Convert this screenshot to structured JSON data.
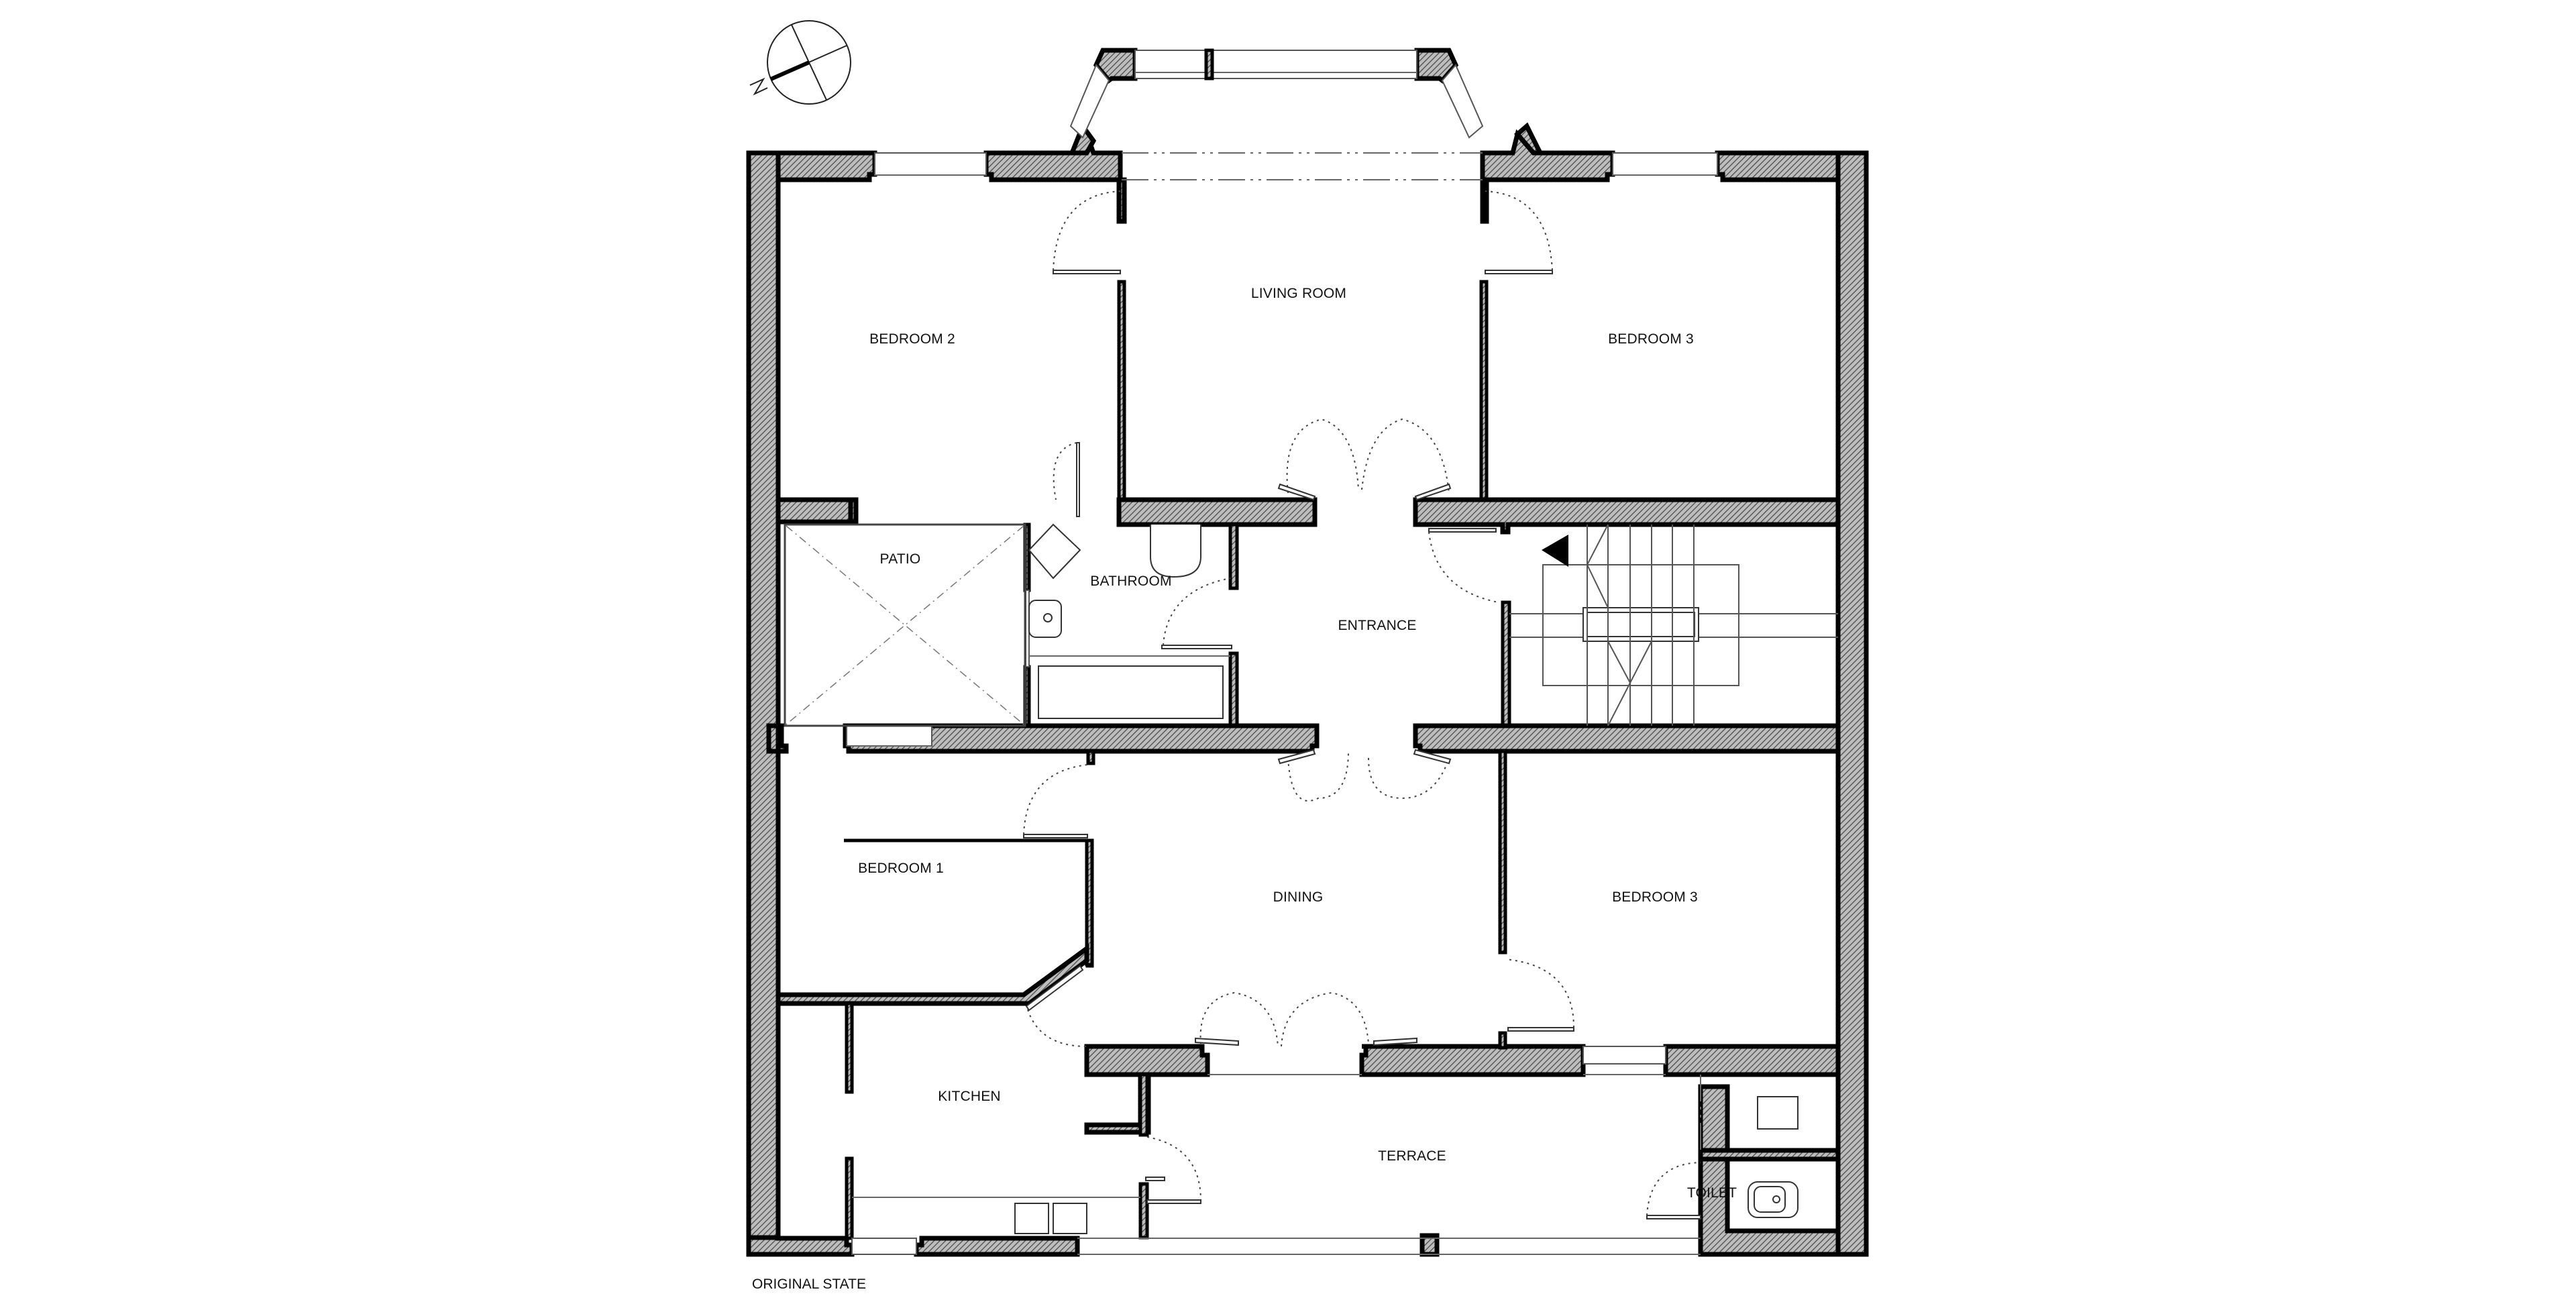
{
  "drawing": {
    "caption": "ORIGINAL STATE",
    "compass": {
      "label": "N",
      "icon": "north-arrow-icon"
    },
    "entry_marker": {
      "icon": "entry-triangle-icon"
    }
  },
  "rooms": {
    "living_room": "LIVING ROOM",
    "bedroom_2": "BEDROOM 2",
    "bedroom_3_top": "BEDROOM 3",
    "patio": "PATIO",
    "bathroom": "BATHROOM",
    "entrance": "ENTRANCE",
    "bedroom_1": "BEDROOM 1",
    "dining": "DINING",
    "bedroom_3_bottom": "BEDROOM 3",
    "kitchen": "KITCHEN",
    "terrace": "TERRACE",
    "toilet": "TOILET"
  },
  "colors": {
    "wall_fill": "#8c8c8c",
    "wall_outline": "#000000",
    "background": "#ffffff"
  }
}
